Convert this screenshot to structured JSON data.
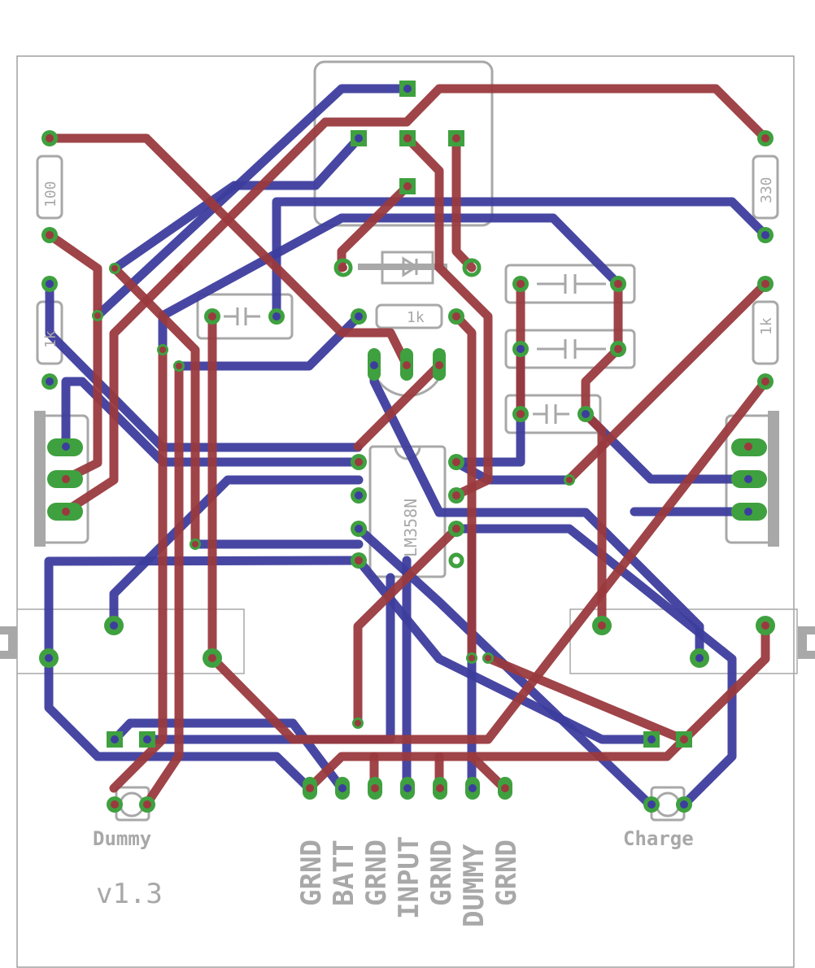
{
  "board": {
    "version": "v1.3",
    "resistors": {
      "r_left_top": "100",
      "r_right_top": "330",
      "r_left_mid": "1k",
      "r_right_mid": "1k",
      "r_center": "1k"
    },
    "ic_label": "LM358N",
    "connectors": {
      "dummy_label": "Dummy",
      "charge_label": "Charge"
    },
    "header_pins": [
      "GRND",
      "BATT",
      "GRND",
      "INPUT",
      "GRND",
      "DUMMY",
      "GRND"
    ],
    "colors": {
      "top_trace": "#9a3a3e",
      "bottom_trace": "#3d3d9e",
      "pad": "#3fa03f",
      "silkscreen": "#a8a8a8"
    }
  }
}
